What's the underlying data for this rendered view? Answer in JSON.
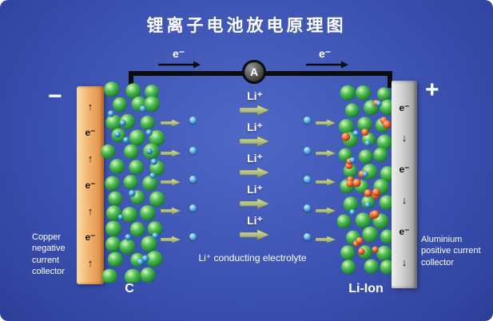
{
  "title": "锂离子电池放电原理图",
  "circuit": {
    "ammeter": "A",
    "left_electron": "e⁻",
    "right_electron": "e⁻"
  },
  "terminals": {
    "negative": "−",
    "positive": "+"
  },
  "left_collector": {
    "caption": "Copper negative current collector",
    "electrons": [
      "e⁻",
      "e⁻",
      "e⁻"
    ],
    "arrow_glyph": "↑"
  },
  "right_collector": {
    "caption": "Aluminium positive current collector",
    "electrons": [
      "e⁻",
      "e⁻",
      "e⁻"
    ],
    "arrow_glyph": "↓"
  },
  "anode": {
    "label": "C"
  },
  "cathode": {
    "label": "Li-Ion"
  },
  "electrolyte": {
    "caption": "Li⁺ conducting electrolyte",
    "ions": [
      "Li⁺",
      "Li⁺",
      "Li⁺",
      "Li⁺",
      "Li⁺"
    ]
  },
  "colors": {
    "background_outer": "#283992",
    "background_inner": "#4f68c6",
    "copper": "#f2b36e",
    "aluminium": "#c9c9c9",
    "sphere_green": "#4dbd52",
    "sphere_blue": "#3f9fd8",
    "sphere_red": "#ee6a2c",
    "arrow_olive": "#aebd7e",
    "wire": "#0c0c0c"
  }
}
